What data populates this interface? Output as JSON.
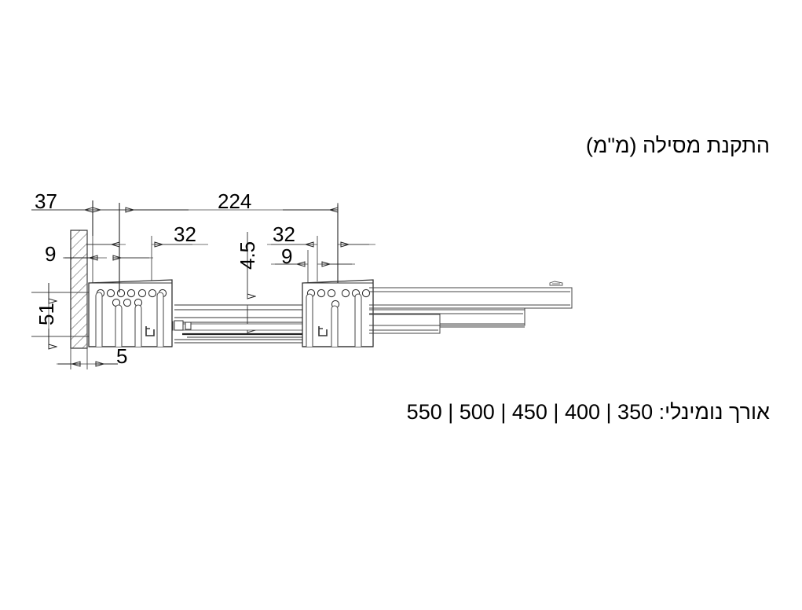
{
  "drawing": {
    "title_hebrew": "התקנת מסילה (מ\"מ)",
    "caption_hebrew": "אורך נומינלי: 350 | 400 | 450 | 500 | 550",
    "units": "mm",
    "line_color": "#1a1a1a",
    "thin_line_color": "#555555",
    "background": "#ffffff"
  },
  "dimensions": {
    "d37": "37",
    "d224": "224",
    "d9_left": "9",
    "d32_left": "32",
    "d45": "4.5",
    "d32_right": "32",
    "d9_right": "9",
    "d51": "51",
    "d5": "5"
  },
  "nominal_lengths": [
    "350",
    "400",
    "450",
    "500",
    "550"
  ]
}
